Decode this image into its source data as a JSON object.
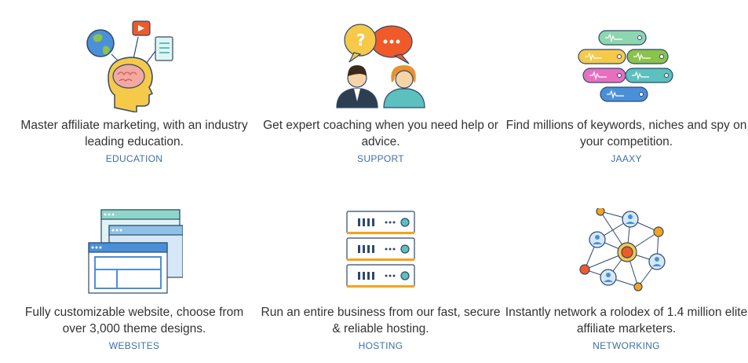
{
  "features": [
    {
      "description": "Master affiliate marketing, with an industry leading education.",
      "link": "EDUCATION",
      "icon": "brain-education-icon"
    },
    {
      "description": "Get expert coaching when you need help or advice.",
      "link": "SUPPORT",
      "icon": "support-chat-icon"
    },
    {
      "description": "Find millions of keywords, niches and spy on your competition.",
      "link": "JAAXY",
      "icon": "keyword-tags-icon"
    },
    {
      "description": "Fully customizable website, choose from over 3,000 theme designs.",
      "link": "WEBSITES",
      "icon": "website-windows-icon"
    },
    {
      "description": "Run an entire business from our fast, secure & reliable hosting.",
      "link": "HOSTING",
      "icon": "server-rack-icon"
    },
    {
      "description": "Instantly network a rolodex of 1.4 million elite affiliate marketers.",
      "link": "NETWORKING",
      "icon": "network-graph-icon"
    }
  ],
  "colors": {
    "link": "#3d6fa8",
    "text": "#333333",
    "accent_orange": "#f08a24",
    "accent_teal": "#5bc0be",
    "accent_blue": "#4a90d9"
  }
}
